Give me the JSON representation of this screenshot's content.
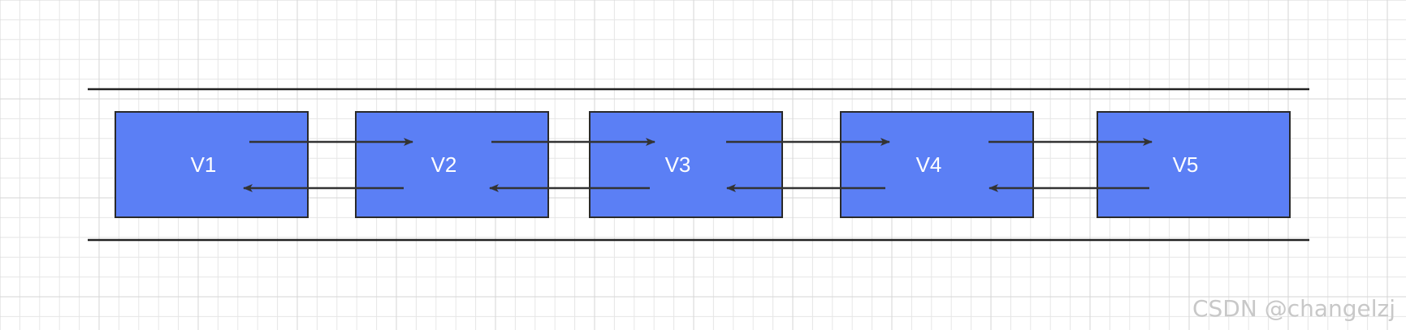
{
  "diagram": {
    "nodes": [
      {
        "id": "v1",
        "label": "V1"
      },
      {
        "id": "v2",
        "label": "V2"
      },
      {
        "id": "v3",
        "label": "V3"
      },
      {
        "id": "v4",
        "label": "V4"
      },
      {
        "id": "v5",
        "label": "V5"
      }
    ],
    "edges": [
      {
        "from": "v1",
        "to": "v2",
        "direction": "forward"
      },
      {
        "from": "v2",
        "to": "v3",
        "direction": "forward"
      },
      {
        "from": "v3",
        "to": "v4",
        "direction": "forward"
      },
      {
        "from": "v4",
        "to": "v5",
        "direction": "forward"
      },
      {
        "from": "v2",
        "to": "v1",
        "direction": "backward"
      },
      {
        "from": "v3",
        "to": "v2",
        "direction": "backward"
      },
      {
        "from": "v4",
        "to": "v3",
        "direction": "backward"
      },
      {
        "from": "v5",
        "to": "v4",
        "direction": "backward"
      }
    ],
    "colors": {
      "node_fill": "#5b7ff5",
      "node_stroke": "#2a2a2a",
      "line": "#333333",
      "grid": "#e6e6e6",
      "grid_major": "#d6d6d6"
    }
  },
  "watermark": {
    "text": "CSDN @changelzj"
  }
}
